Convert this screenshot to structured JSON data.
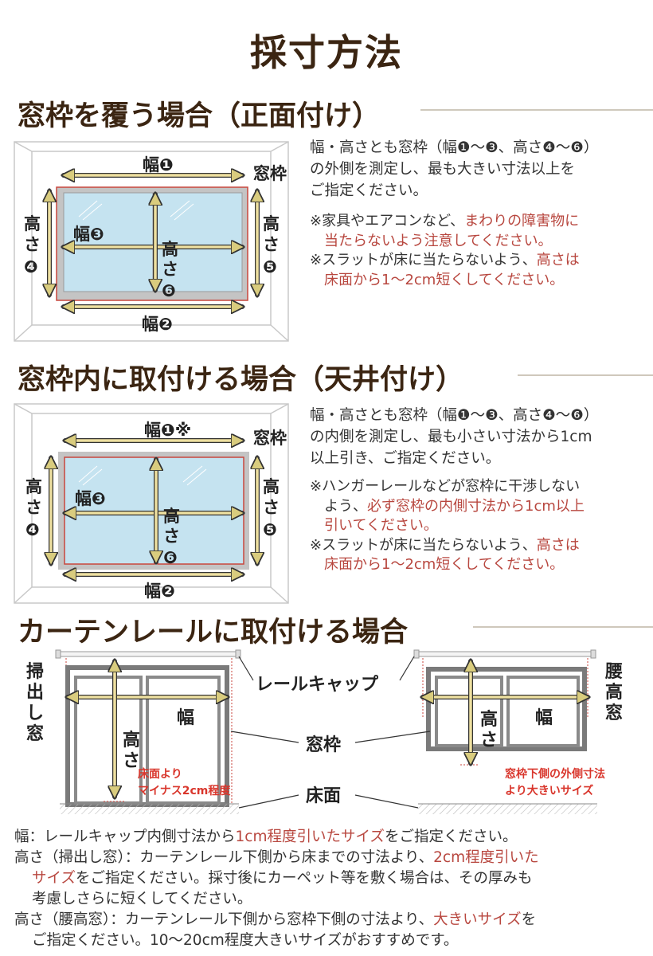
{
  "page_title": "採寸方法",
  "section1": {
    "heading": "窓枠を覆う場合（正面付け）",
    "labels": {
      "w1": "幅❶",
      "w2": "幅❷",
      "w3": "幅❸",
      "frame": "窓枠",
      "h4a": "高",
      "h4b": "さ",
      "h4c": "❹",
      "h5a": "高",
      "h5b": "さ",
      "h5c": "❺",
      "h6a": "高",
      "h6b": "さ",
      "h6c": "❻"
    },
    "desc": [
      "幅・高さとも窓枠（幅❶〜❸、高さ❹〜❻）",
      "の外側を測定し、最も大きい寸法以上を",
      "ご指定ください。"
    ],
    "note1": {
      "a": "※家具やエアコンなど、",
      "b": "まわりの障害物に",
      "c": "当たらないよう注意してください。"
    },
    "note2": {
      "a": "※スラットが床に当たらないよう、",
      "b": "高さは",
      "c": "床面から1〜2cm短くしてください。"
    }
  },
  "section2": {
    "heading": "窓枠内に取付ける場合（天井付け）",
    "labels": {
      "w1": "幅❶※",
      "w2": "幅❷",
      "w3": "幅❸",
      "frame": "窓枠",
      "h4a": "高",
      "h4b": "さ",
      "h4c": "❹",
      "h5a": "高",
      "h5b": "さ",
      "h5c": "❺",
      "h6a": "高",
      "h6b": "さ",
      "h6c": "❻"
    },
    "desc": [
      "幅・高さとも窓枠（幅❶〜❸、高さ❹〜❻）",
      "の内側を測定し、最も小さい寸法から1cm",
      "以上引き、ご指定ください。"
    ],
    "note1": {
      "a": "※ハンガーレールなどが窓枠に干渉しない",
      "b": "よう、",
      "c": "必ず窓枠の内側寸法から1cm以上",
      "d": "引いてください。"
    },
    "note2": {
      "a": "※スラットが床に当たらないよう、",
      "b": "高さは",
      "c": "床面から1〜2cm短くしてください。"
    }
  },
  "section3": {
    "heading": "カーテンレールに取付ける場合",
    "labels": {
      "hakidashi": [
        "掃",
        "出",
        "し",
        "窓"
      ],
      "koshidaka": [
        "腰",
        "高",
        "窓"
      ],
      "rail_cap": "レールキャップ",
      "frame": "窓枠",
      "floor": "床面",
      "width_left": "幅",
      "width_right": "幅",
      "height_left": [
        "高",
        "さ"
      ],
      "height_right": [
        "高",
        "さ"
      ],
      "floor_note": [
        "床面より",
        "マイナス2cm程度"
      ],
      "sill_note": [
        "窓枠下側の外側寸法",
        "より大きいサイズ"
      ]
    }
  },
  "footer": {
    "line1": {
      "a": "幅：レールキャップ内側寸法から",
      "b": "1cm程度引いたサイズ",
      "c": "をご指定ください。"
    },
    "line2": {
      "a": "高さ（掃出し窓）：カーテンレール下側から床までの寸法より、",
      "b": "2cm程度引いた"
    },
    "line3": {
      "a": "サイズ",
      "b": "をご指定ください。採寸後にカーペット等を敷く場合は、その厚みも"
    },
    "line4": "考慮しさらに短くしてください。",
    "line5": {
      "a": "高さ（腰高窓）：カーテンレール下側から窓枠下側の寸法より、",
      "b": "大きいサイズ",
      "c": "を"
    },
    "line6": "ご指定ください。10〜20cm程度大きいサイズがおすすめです。"
  }
}
